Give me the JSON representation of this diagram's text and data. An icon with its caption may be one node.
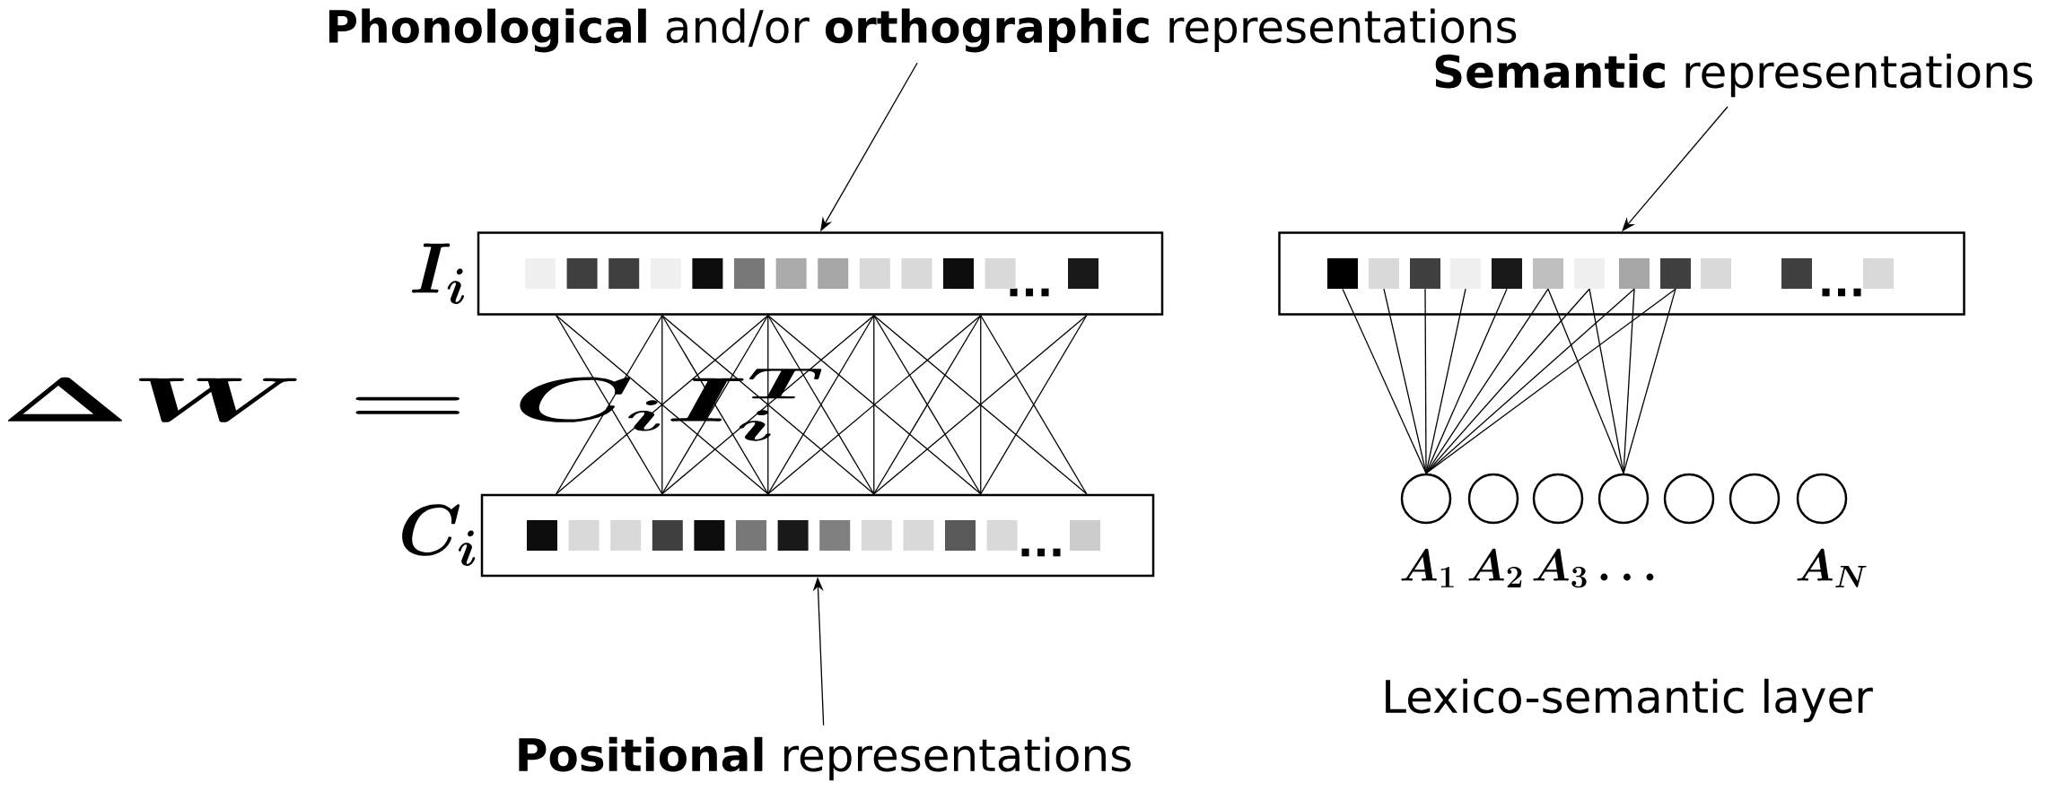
{
  "diagram": {
    "nodes": [
      {
        "text": [
          "**Phonological** and/or **orthographic** representations"
        ]
      },
      {
        "text": [
          "**Semantic** representations"
        ]
      },
      {
        "text": [
          "..."
        ],
        "beside": [
          "I_i"
        ]
      },
      {
        "text": [],
        "shape": "box",
        "in": 2
      },
      {
        "text": [],
        "shape": "box",
        "in": 2
      },
      {
        "text": [],
        "shape": "box",
        "in": 2
      },
      {
        "text": [],
        "shape": "box",
        "in": 2
      },
      {
        "text": [],
        "shape": "box",
        "in": 2
      },
      {
        "text": [],
        "shape": "box",
        "in": 2
      },
      {
        "text": [],
        "shape": "box",
        "in": 2
      },
      {
        "text": [],
        "shape": "box",
        "in": 2
      },
      {
        "text": [],
        "shape": "box",
        "in": 2
      },
      {
        "text": [],
        "shape": "box",
        "in": 2
      },
      {
        "text": [],
        "shape": "box",
        "in": 2
      },
      {
        "text": [],
        "shape": "box",
        "in": 2
      },
      {
        "text": [],
        "shape": "box",
        "in": 2
      },
      {
        "text": [
          "..."
        ]
      },
      {
        "text": [],
        "shape": "box",
        "in": 16
      },
      {
        "text": [],
        "shape": "box",
        "in": 16
      },
      {
        "text": [],
        "shape": "box",
        "in": 16
      },
      {
        "text": [],
        "shape": "box",
        "in": 16
      },
      {
        "text": [],
        "shape": "box",
        "in": 16
      },
      {
        "text": [],
        "shape": "box",
        "in": 16
      },
      {
        "text": [],
        "shape": "box",
        "in": 16
      },
      {
        "text": [],
        "shape": "box",
        "in": 16
      },
      {
        "text": [],
        "shape": "box",
        "in": 16
      },
      {
        "text": [],
        "shape": "box",
        "in": 16
      },
      {
        "text": [],
        "shape": "box",
        "in": 16
      },
      {
        "text": [],
        "shape": "box",
        "in": 16
      },
      {
        "text": [
          "..."
        ],
        "beside": [
          "C_i"
        ]
      },
      {
        "text": [],
        "shape": "box",
        "in": 29
      },
      {
        "text": [],
        "shape": "box",
        "in": 29
      },
      {
        "text": [],
        "shape": "box",
        "in": 29
      },
      {
        "text": [],
        "shape": "box",
        "in": 29
      },
      {
        "text": [],
        "shape": "box",
        "in": 29
      },
      {
        "text": [],
        "shape": "box",
        "in": 29
      },
      {
        "text": [],
        "shape": "box",
        "in": 29
      },
      {
        "text": [],
        "shape": "box",
        "in": 29
      },
      {
        "text": [],
        "shape": "box",
        "in": 29
      },
      {
        "text": [],
        "shape": "box",
        "in": 29
      },
      {
        "text": [],
        "shape": "box",
        "in": 29
      },
      {
        "text": [],
        "shape": "box",
        "in": 29
      },
      {
        "text": [],
        "shape": "box",
        "in": 29
      },
      {
        "text": [],
        "shape": "circle",
        "beside": [
          "A_1"
        ]
      },
      {
        "text": [],
        "shape": "circle",
        "beside": [
          "A_2"
        ]
      },
      {
        "text": [],
        "shape": "circle",
        "beside": [
          "A_3\\ldots"
        ]
      },
      {
        "text": [],
        "shape": "circle"
      },
      {
        "text": [],
        "shape": "circle"
      },
      {
        "text": [],
        "shape": "circle"
      },
      {
        "text": [],
        "shape": "circle",
        "beside": [
          "A_N"
        ]
      },
      {
        "text": [
          "**Positional** representations"
        ]
      }
    ],
    "edges": [
      {
        "from": 0,
        "to": 2,
        "arrow": "to"
      },
      {
        "from": 1,
        "to": 16,
        "arrow": "to"
      },
      {
        "from": 50,
        "to": 29,
        "arrow": "to"
      },
      {
        "from": 2,
        "to": 29,
        "arrow": "none"
      },
      {
        "from": 2,
        "to": 29,
        "arrow": "none"
      },
      {
        "from": 2,
        "to": 29,
        "arrow": "none"
      },
      {
        "from": 2,
        "to": 29,
        "arrow": "none"
      },
      {
        "from": 2,
        "to": 29,
        "arrow": "none"
      },
      {
        "from": 2,
        "to": 29,
        "arrow": "none"
      },
      {
        "from": 2,
        "to": 29,
        "arrow": "none"
      },
      {
        "from": 2,
        "to": 29,
        "arrow": "none"
      },
      {
        "from": 2,
        "to": 29,
        "arrow": "none"
      },
      {
        "from": 2,
        "to": 29,
        "arrow": "none"
      },
      {
        "from": 2,
        "to": 29,
        "arrow": "none"
      },
      {
        "from": 2,
        "to": 29,
        "arrow": "none"
      },
      {
        "from": 2,
        "to": 29,
        "arrow": "none"
      },
      {
        "from": 2,
        "to": 29,
        "arrow": "none"
      },
      {
        "from": 2,
        "to": 29,
        "arrow": "none"
      },
      {
        "from": 2,
        "to": 29,
        "arrow": "none"
      },
      {
        "from": 2,
        "to": 29,
        "arrow": "none"
      },
      {
        "from": 2,
        "to": 29,
        "arrow": "none"
      },
      {
        "from": 2,
        "to": 29,
        "arrow": "none"
      },
      {
        "from": 2,
        "to": 29,
        "arrow": "none"
      },
      {
        "from": 2,
        "to": 29,
        "arrow": "none"
      },
      {
        "from": 2,
        "to": 29,
        "arrow": "none"
      },
      {
        "from": 17,
        "to": 43,
        "arrow": "none"
      },
      {
        "from": 18,
        "to": 43,
        "arrow": "none"
      },
      {
        "from": 19,
        "to": 43,
        "arrow": "none"
      },
      {
        "from": 20,
        "to": 43,
        "arrow": "none"
      },
      {
        "from": 21,
        "to": 43,
        "arrow": "none"
      },
      {
        "from": 22,
        "to": 43,
        "arrow": "none"
      },
      {
        "from": 23,
        "to": 43,
        "arrow": "none"
      },
      {
        "from": 24,
        "to": 43,
        "arrow": "none"
      },
      {
        "from": 25,
        "to": 43,
        "arrow": "none"
      },
      {
        "from": 22,
        "to": 46,
        "arrow": "none"
      },
      {
        "from": 23,
        "to": 46,
        "arrow": "none"
      },
      {
        "from": 24,
        "to": 46,
        "arrow": "none"
      },
      {
        "from": 25,
        "to": 46,
        "arrow": "none"
      }
    ],
    "labels": [
      "\\Delta W = C_i I_i^T",
      "Lexico-semantic layer"
    ]
  }
}
